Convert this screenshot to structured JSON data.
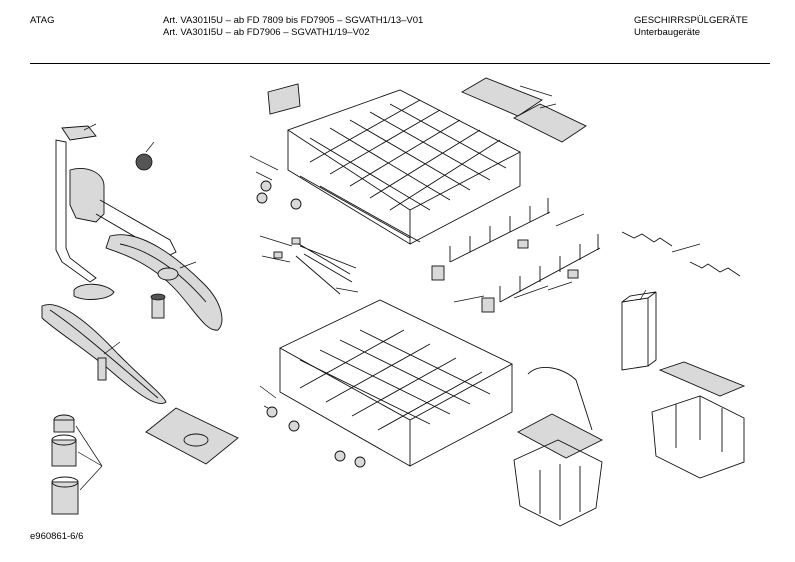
{
  "header": {
    "brand": "ATAG",
    "article_line_1": "Art. VA301I5U – ab FD 7809 bis FD7905 – SGVATH1/13–V01",
    "article_line_2": "Art. VA301I5U – ab FD7906 – SGVATH1/19–V02",
    "category_line_1": "GESCHIRRSPÜLGERÄTE",
    "category_line_2": "Unterbaugeräte"
  },
  "footer": {
    "drawing_id": "e960861-6/6"
  }
}
